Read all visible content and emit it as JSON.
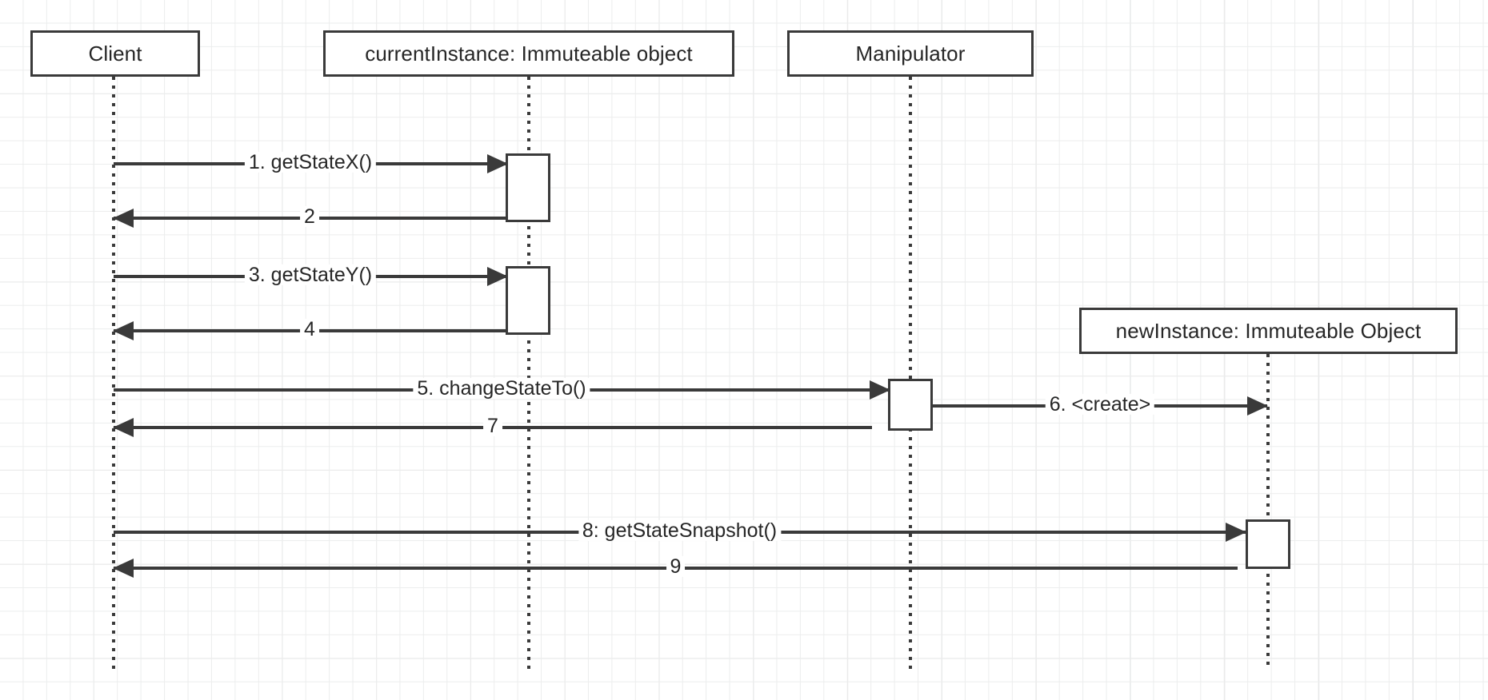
{
  "diagram": {
    "type": "uml-sequence-diagram",
    "background": "#ffffff",
    "grid_color": "#e2e3e4",
    "stroke_color": "#3a3a3a",
    "text_color": "#262626",
    "participants": [
      {
        "id": "client",
        "label": "Client"
      },
      {
        "id": "currentInstance",
        "label": "currentInstance: Immuteable object"
      },
      {
        "id": "manipulator",
        "label": "Manipulator"
      },
      {
        "id": "newInstance",
        "label": "newInstance: Immuteable Object"
      }
    ],
    "messages": [
      {
        "seq": "1",
        "label": "1. getStateX()",
        "from": "client",
        "to": "currentInstance",
        "direction": "right",
        "kind": "call"
      },
      {
        "seq": "2",
        "label": "2",
        "from": "currentInstance",
        "to": "client",
        "direction": "left",
        "kind": "return"
      },
      {
        "seq": "3",
        "label": "3. getStateY()",
        "from": "client",
        "to": "currentInstance",
        "direction": "right",
        "kind": "call"
      },
      {
        "seq": "4",
        "label": "4",
        "from": "currentInstance",
        "to": "client",
        "direction": "left",
        "kind": "return"
      },
      {
        "seq": "5",
        "label": "5. changeStateTo()",
        "from": "client",
        "to": "manipulator",
        "direction": "right",
        "kind": "call"
      },
      {
        "seq": "6",
        "label": "6. <create>",
        "from": "manipulator",
        "to": "newInstance",
        "direction": "right",
        "kind": "create"
      },
      {
        "seq": "7",
        "label": "7",
        "from": "manipulator",
        "to": "client",
        "direction": "left",
        "kind": "return"
      },
      {
        "seq": "8",
        "label": "8: getStateSnapshot()",
        "from": "client",
        "to": "newInstance",
        "direction": "right",
        "kind": "call"
      },
      {
        "seq": "9",
        "label": "9",
        "from": "newInstance",
        "to": "client",
        "direction": "left",
        "kind": "return"
      }
    ]
  }
}
